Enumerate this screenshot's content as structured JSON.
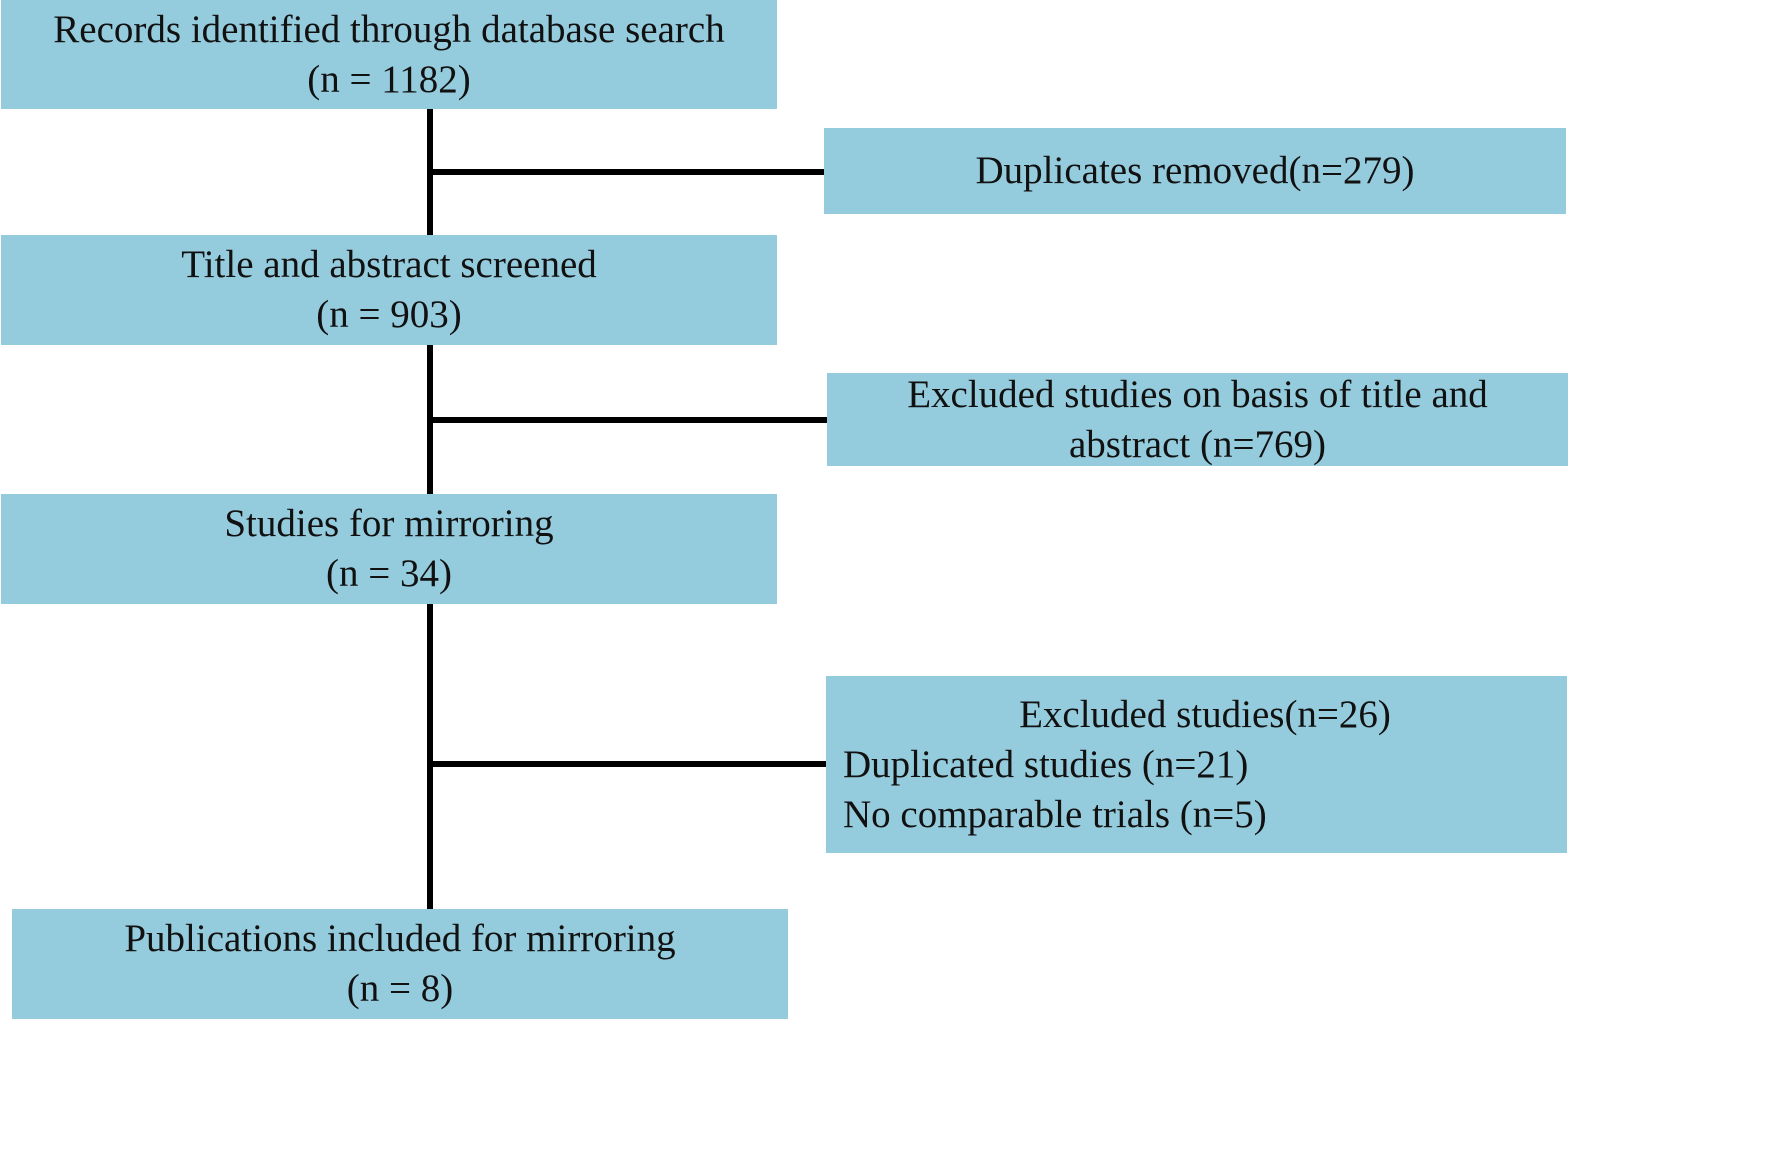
{
  "colors": {
    "box_fill": "#95ccdd",
    "connector": "#000000",
    "text": "#111111",
    "background": "#ffffff"
  },
  "main_flow": [
    {
      "line1": "Records identified through database search",
      "line2": "(n = 1182)"
    },
    {
      "line1": "Title and abstract screened",
      "line2": "(n = 903)"
    },
    {
      "line1": "Studies for mirroring",
      "line2": "(n = 34)"
    },
    {
      "line1": "Publications included for mirroring",
      "line2": "(n = 8)"
    }
  ],
  "exclusions": [
    {
      "lines": [
        "Duplicates removed(n=279)"
      ]
    },
    {
      "lines": [
        "Excluded studies on basis of title and",
        "abstract (n=769)"
      ]
    },
    {
      "heading": "Excluded studies(n=26)",
      "items": [
        "Duplicated studies (n=21)",
        "No comparable trials (n=5)"
      ]
    }
  ]
}
